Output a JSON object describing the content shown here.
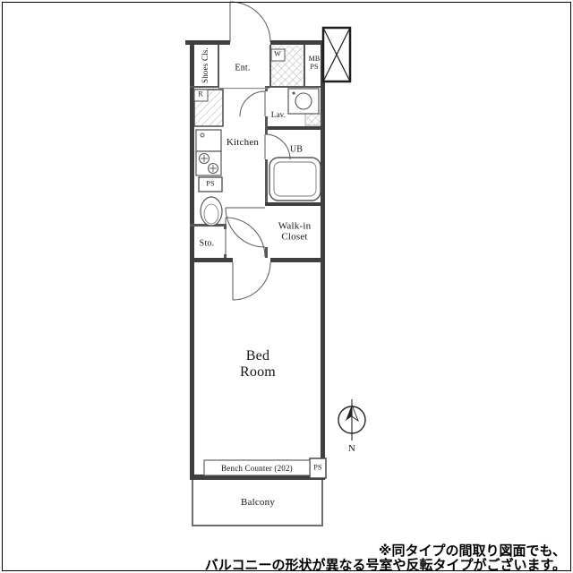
{
  "labels": {
    "shoes_cls": "Shoes Cls.",
    "ent": "Ent.",
    "w": "W",
    "mb_ps": "MB\nPS",
    "r": "R",
    "lav": "Lav.",
    "kitchen": "Kitchen",
    "ps_kitchen": "PS",
    "ub": "UB",
    "sto": "Sto.",
    "walk_in_closet": "Walk-in\nCloset",
    "bed_room": "Bed\nRoom",
    "bench_counter": "Bench Counter (202)",
    "ps_bedroom": "PS",
    "balcony": "Balcony",
    "compass_n": "N"
  },
  "footnote": {
    "line1": "※同タイプの間取り図面でも、",
    "line2": "バルコニーの形状が異なる号室や反転タイプがございます。"
  },
  "colors": {
    "outer_wall": "#3f3f3f",
    "partition": "#575757",
    "hatch": "#b5b5b5",
    "text": "#141414",
    "background": "#ffffff"
  }
}
